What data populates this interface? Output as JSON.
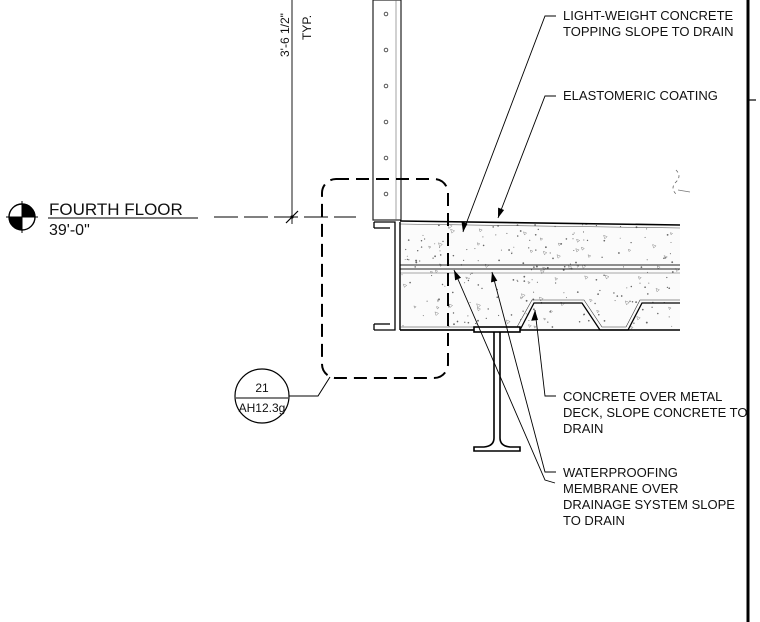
{
  "level": {
    "name": "FOURTH FLOOR",
    "elevation": "39'-0\""
  },
  "dimension": {
    "value": "3'-6 1/2\"",
    "suffix": "TYP."
  },
  "detail_callout": {
    "number": "21",
    "sheet": "AH12.3g"
  },
  "notes": {
    "topping": [
      "LIGHT-WEIGHT CONCRETE",
      "TOPPING SLOPE TO DRAIN"
    ],
    "coating": [
      "ELASTOMERIC COATING"
    ],
    "deck": [
      "CONCRETE OVER METAL",
      "DECK, SLOPE CONCRETE TO",
      "DRAIN"
    ],
    "membrane": [
      "WATERPROOFING",
      "MEMBRANE OVER",
      "DRAINAGE SYSTEM SLOPE",
      "TO DRAIN"
    ]
  }
}
